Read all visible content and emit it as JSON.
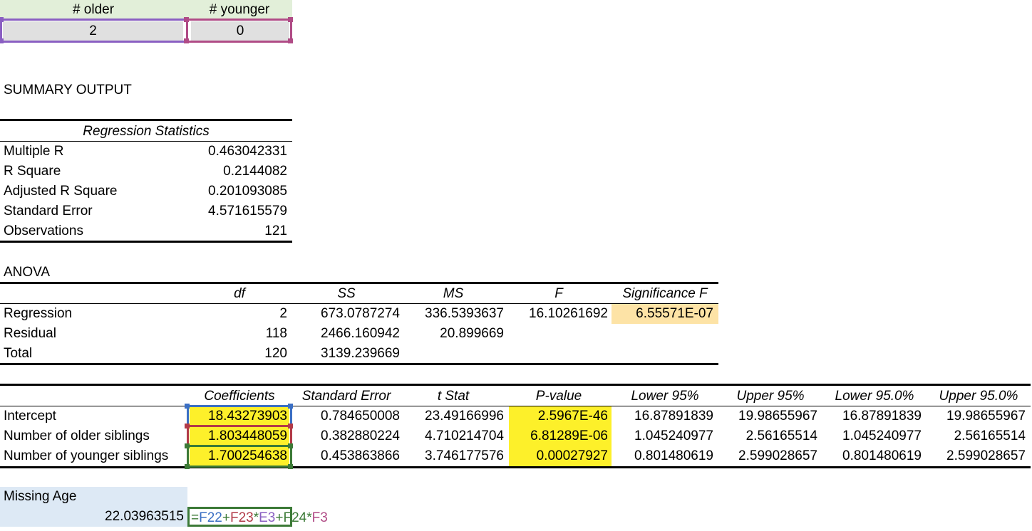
{
  "top_inputs": {
    "older_header": "# older",
    "younger_header": "# younger",
    "older_value": "2",
    "younger_value": "0"
  },
  "summary_title": "SUMMARY OUTPUT",
  "regression_statistics": {
    "header": "Regression Statistics",
    "rows": [
      {
        "label": "Multiple R",
        "value": "0.463042331"
      },
      {
        "label": "R Square",
        "value": "0.2144082"
      },
      {
        "label": "Adjusted R Square",
        "value": "0.201093085"
      },
      {
        "label": "Standard Error",
        "value": "4.571615579"
      },
      {
        "label": "Observations",
        "value": "121"
      }
    ]
  },
  "anova": {
    "title": "ANOVA",
    "headers": [
      "df",
      "SS",
      "MS",
      "F",
      "Significance F"
    ],
    "rows": [
      {
        "label": "Regression",
        "df": "2",
        "ss": "673.0787274",
        "ms": "336.5393637",
        "f": "16.10261692",
        "sig": "6.55571E-07"
      },
      {
        "label": "Residual",
        "df": "118",
        "ss": "2466.160942",
        "ms": "20.899669",
        "f": "",
        "sig": ""
      },
      {
        "label": "Total",
        "df": "120",
        "ss": "3139.239669",
        "ms": "",
        "f": "",
        "sig": ""
      }
    ]
  },
  "coefficients": {
    "headers": [
      "Coefficients",
      "Standard Error",
      "t Stat",
      "P-value",
      "Lower 95%",
      "Upper 95%",
      "Lower 95.0%",
      "Upper 95.0%"
    ],
    "rows": [
      {
        "label": "Intercept",
        "coef": "18.43273903",
        "se": "0.784650008",
        "t": "23.49166996",
        "p": "2.5967E-46",
        "l95": "16.87891839",
        "u95": "19.98655967",
        "l950": "16.87891839",
        "u950": "19.98655967"
      },
      {
        "label": "Number of older siblings",
        "coef": "1.803448059",
        "se": "0.382880224",
        "t": "4.710214704",
        "p": "6.81289E-06",
        "l95": "1.045240977",
        "u95": "2.56165514",
        "l950": "1.045240977",
        "u950": "2.56165514"
      },
      {
        "label": "Number of younger siblings",
        "coef": "1.700254638",
        "se": "0.453863866",
        "t": "3.746177576",
        "p": "0.00027927",
        "l95": "0.801480619",
        "u95": "2.599028657",
        "l950": "0.801480619",
        "u950": "2.599028657"
      }
    ]
  },
  "missing_age": {
    "label": "Missing Age",
    "value": "22.03963515",
    "formula_parts": [
      "=",
      "F22",
      "+",
      "F23",
      "*",
      "E3",
      "+",
      "F24",
      "*",
      "F3"
    ]
  },
  "colors": {
    "header_green": "#e2efd9",
    "input_gray": "#e0e0e0",
    "blue_fill": "#dde9f5",
    "yellow": "#fdf02a",
    "orange": "#fde3a6",
    "ref_blue": "#3b6fc4",
    "ref_red": "#b23a48",
    "ref_purple": "#8a5fc2",
    "ref_green": "#3c7a37",
    "ref_magenta": "#b04b86"
  }
}
